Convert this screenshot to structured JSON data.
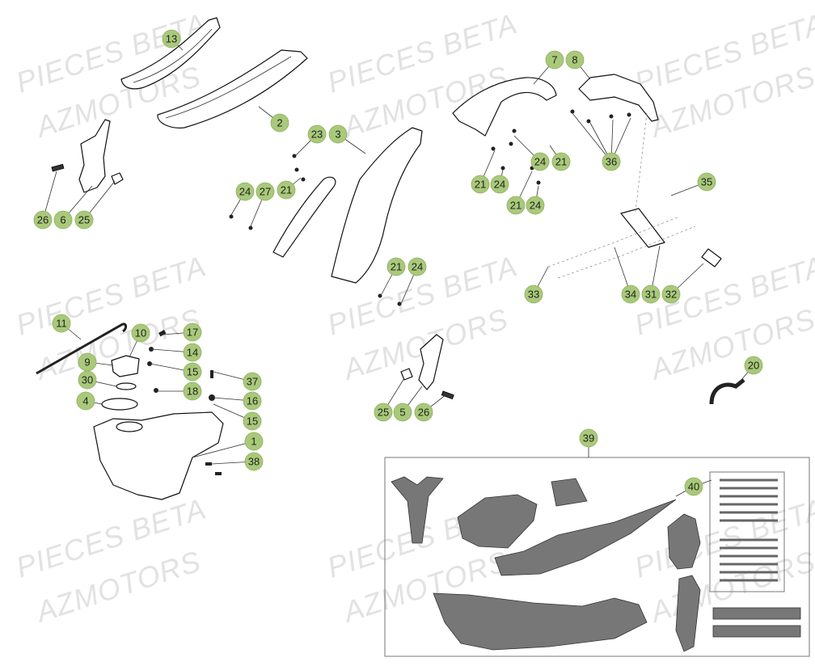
{
  "watermark": {
    "line1": "PIECES BETA",
    "line2": "AZMOTORS"
  },
  "colors": {
    "badge_fill": "#a9c97a",
    "badge_text": "#222222",
    "watermark": "#e2e2e2"
  },
  "callouts": [
    {
      "label": "13"
    },
    {
      "label": "2"
    },
    {
      "label": "23"
    },
    {
      "label": "3"
    },
    {
      "label": "24"
    },
    {
      "label": "27"
    },
    {
      "label": "21"
    },
    {
      "label": "26"
    },
    {
      "label": "6"
    },
    {
      "label": "25"
    },
    {
      "label": "7"
    },
    {
      "label": "8"
    },
    {
      "label": "24"
    },
    {
      "label": "21"
    },
    {
      "label": "36"
    },
    {
      "label": "21"
    },
    {
      "label": "24"
    },
    {
      "label": "21"
    },
    {
      "label": "24"
    },
    {
      "label": "35"
    },
    {
      "label": "21"
    },
    {
      "label": "24"
    },
    {
      "label": "33"
    },
    {
      "label": "34"
    },
    {
      "label": "31"
    },
    {
      "label": "32"
    },
    {
      "label": "11"
    },
    {
      "label": "10"
    },
    {
      "label": "17"
    },
    {
      "label": "14"
    },
    {
      "label": "9"
    },
    {
      "label": "15"
    },
    {
      "label": "30"
    },
    {
      "label": "37"
    },
    {
      "label": "18"
    },
    {
      "label": "16"
    },
    {
      "label": "4"
    },
    {
      "label": "15"
    },
    {
      "label": "1"
    },
    {
      "label": "38"
    },
    {
      "label": "20"
    },
    {
      "label": "25"
    },
    {
      "label": "5"
    },
    {
      "label": "26"
    },
    {
      "label": "39"
    },
    {
      "label": "40"
    }
  ]
}
